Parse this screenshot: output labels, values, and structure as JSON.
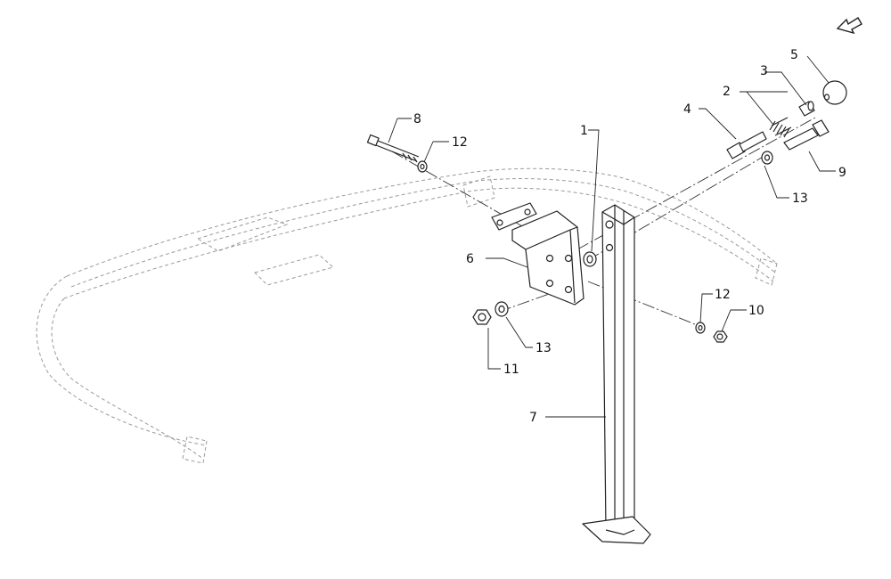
{
  "diagram": {
    "callouts": [
      {
        "id": "c1",
        "text": "1"
      },
      {
        "id": "c2",
        "text": "2"
      },
      {
        "id": "c3",
        "text": "3"
      },
      {
        "id": "c4",
        "text": "4"
      },
      {
        "id": "c5",
        "text": "5"
      },
      {
        "id": "c6",
        "text": "6"
      },
      {
        "id": "c7",
        "text": "7"
      },
      {
        "id": "c8",
        "text": "8"
      },
      {
        "id": "c9",
        "text": "9"
      },
      {
        "id": "c10",
        "text": "10"
      },
      {
        "id": "c11",
        "text": "11"
      },
      {
        "id": "c12a",
        "text": "12"
      },
      {
        "id": "c12b",
        "text": "12"
      },
      {
        "id": "c13a",
        "text": "13"
      },
      {
        "id": "c13b",
        "text": "13"
      }
    ],
    "nav_icon": "return-arrow-icon"
  }
}
